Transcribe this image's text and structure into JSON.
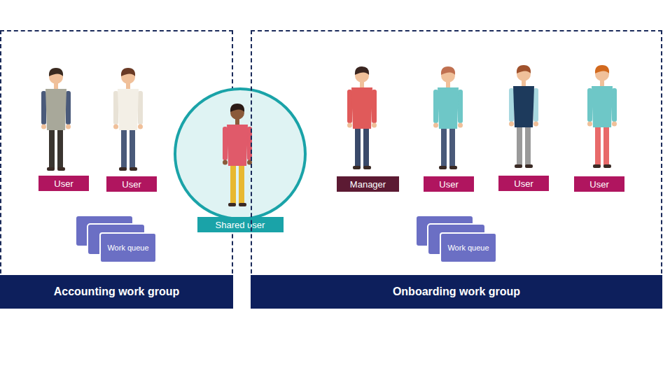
{
  "diagram": {
    "nodes": [
      {
        "text": [
          "Accounting work group"
        ]
      },
      {
        "text": [
          "User"
        ],
        "in": 0
      },
      {
        "text": [
          "User"
        ],
        "in": 0
      },
      {
        "text": [
          "Work queue"
        ],
        "in": 0
      },
      {
        "text": [
          "Shared user"
        ]
      },
      {
        "text": [
          "Onboarding work group"
        ]
      },
      {
        "text": [
          "Manager"
        ],
        "in": 5
      },
      {
        "text": [
          "User"
        ],
        "in": 5
      },
      {
        "text": [
          "User"
        ],
        "in": 5
      },
      {
        "text": [
          "User"
        ],
        "in": 5
      },
      {
        "text": [
          "Work queue"
        ],
        "in": 5
      }
    ]
  }
}
